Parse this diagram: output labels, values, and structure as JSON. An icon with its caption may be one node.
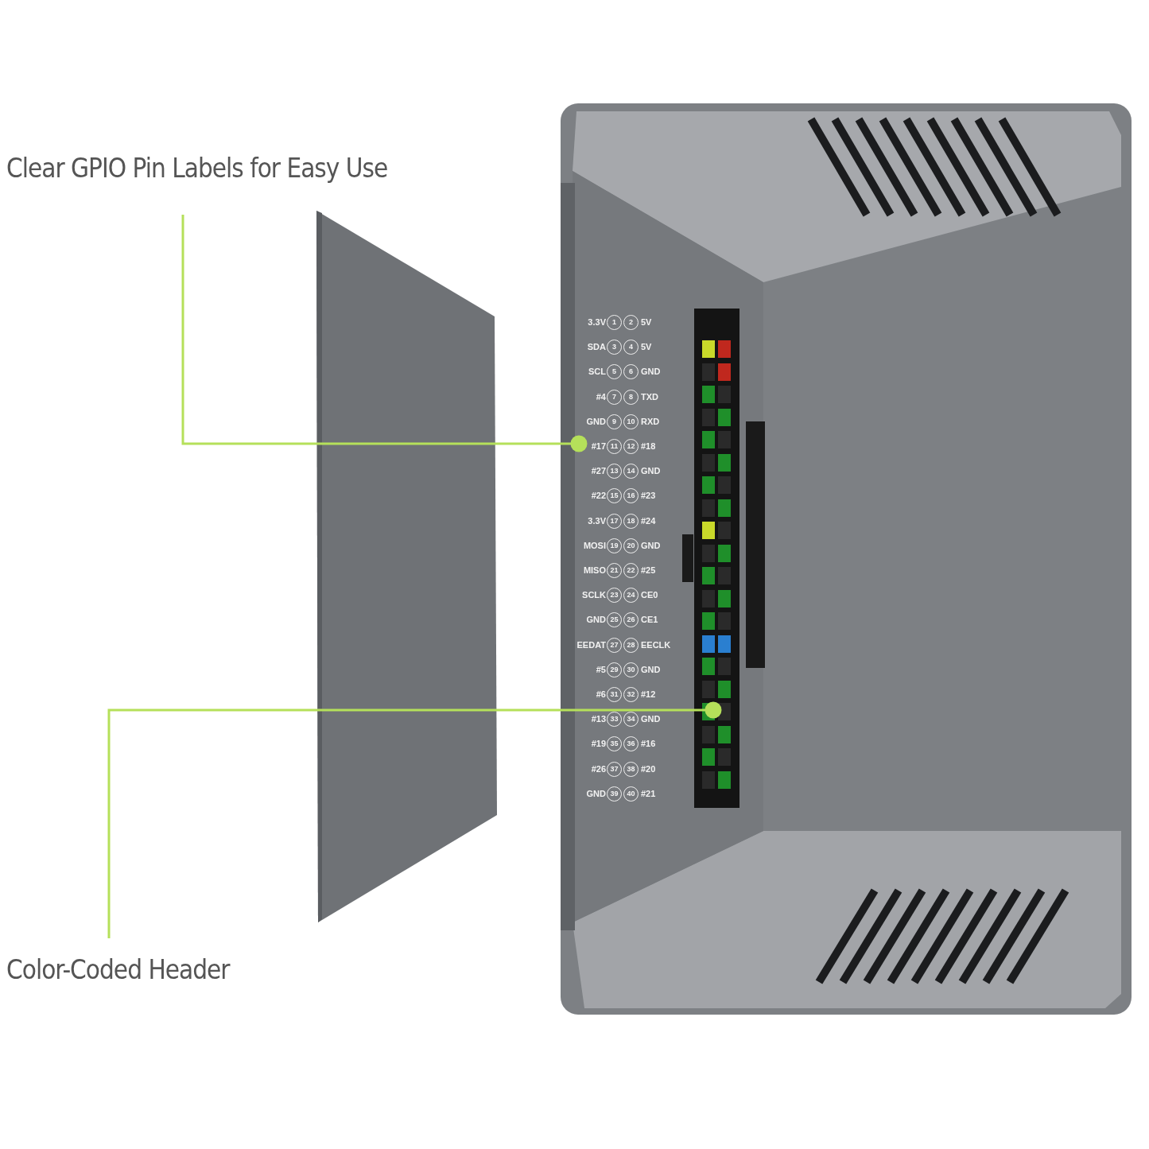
{
  "diagram": {
    "nodes": [
      {
        "text": [
          "Clear GPIO Pin Labels for Easy Use"
        ]
      },
      {
        "text": [
          "Color-Coded Header"
        ]
      },
      {
        "text": [
          "3.3V",
          "1",
          "2",
          "5V",
          "SDA",
          "3",
          "4",
          "5V",
          "SCL",
          "5",
          "6",
          "GND",
          "#4",
          "7",
          "8",
          "TXD",
          "GND",
          "9",
          "10",
          "RXD",
          "#17",
          "11",
          "12",
          "#18",
          "#27",
          "13",
          "14",
          "GND",
          "#22",
          "15",
          "16",
          "#23",
          "3.3V",
          "17",
          "18",
          "#24",
          "MOSI",
          "19",
          "20",
          "GND",
          "MISO",
          "21",
          "22",
          "#25",
          "SCLK",
          "23",
          "24",
          "CE0",
          "GND",
          "25",
          "26",
          "CE1",
          "EEDAT",
          "27",
          "28",
          "EECLK",
          "#5",
          "29",
          "30",
          "GND",
          "#6",
          "31",
          "32",
          "#12",
          "#13",
          "33",
          "34",
          "GND",
          "#19",
          "35",
          "36",
          "#16",
          "#26",
          "37",
          "38",
          "#20",
          "GND",
          "39",
          "40",
          "#21"
        ]
      },
      {
        "text": [],
        "shape": "bar"
      }
    ],
    "edges": [
      {
        "from": 0,
        "to": 2,
        "arrow": "other"
      },
      {
        "from": 1,
        "to": 3,
        "arrow": "other"
      }
    ]
  }
}
